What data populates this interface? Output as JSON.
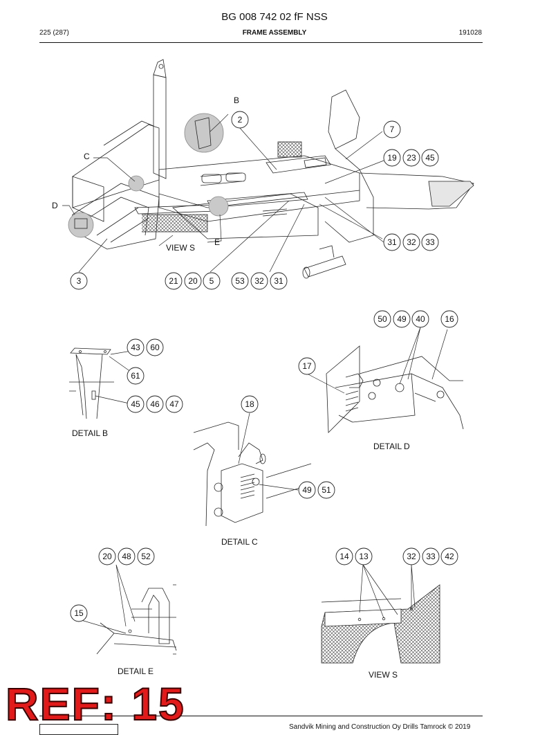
{
  "header": {
    "doc_id": "BG 008 742 02 fF NSS",
    "page": "225 (287)",
    "title": "FRAME ASSEMBLY",
    "date": "191028"
  },
  "labels": {
    "b": "B",
    "c": "C",
    "d": "D",
    "e": "E",
    "view_s": "VIEW S",
    "detail_b": "DETAIL B",
    "detail_c": "DETAIL C",
    "detail_d": "DETAIL D",
    "detail_e": "DETAIL E",
    "view_s_bottom": "VIEW S"
  },
  "callouts": {
    "c2": "2",
    "c7": "7",
    "c19": "19",
    "c23": "23",
    "c45a": "45",
    "c31a": "31",
    "c32a": "32",
    "c33a": "33",
    "c3": "3",
    "c21": "21",
    "c20a": "20",
    "c5": "5",
    "c53": "53",
    "c32b": "32",
    "c31b": "31",
    "c50": "50",
    "c49a": "49",
    "c40": "40",
    "c16": "16",
    "c43": "43",
    "c60": "60",
    "c61": "61",
    "c45b": "45",
    "c46": "46",
    "c47": "47",
    "c17": "17",
    "c18": "18",
    "c49b": "49",
    "c51": "51",
    "c20b": "20",
    "c48": "48",
    "c52": "52",
    "c15": "15",
    "c14": "14",
    "c13": "13",
    "c32c": "32",
    "c33b": "33",
    "c42": "42"
  },
  "stamp": "REF: 15",
  "footer": {
    "copyright": "Sandvik Mining and Construction Oy Drills Tamrock © 2019"
  }
}
